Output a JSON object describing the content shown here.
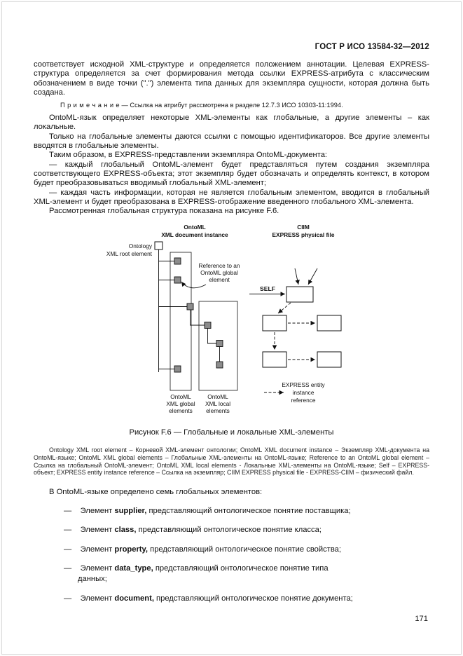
{
  "page": {
    "header": "ГОСТ Р ИСО 13584-32—2012",
    "page_number": "171"
  },
  "body": {
    "p1": "соответствует исходной XML-структуре и определяется положением аннотации. Целевая EXPRESS-структура определяется за счет формирования метода ссылки EXPRESS-атрибута с классическим обозначением в виде точки (\".\") элемента типа данных для экземпляра сущности, которая должна быть создана.",
    "note_label": "П р и м е ч а н и е",
    "note_text": " — Ссылка на атрибут рассмотрена в разделе 12.7.3 ИСО 10303-11:1994.",
    "p2": "OntoML-язык определяет некоторые XML-элементы как глобальные, а другие элементы – как локальные.",
    "p3": "Только на глобальные элементы даются ссылки с помощью идентификаторов. Все другие элементы вводятся в глобальные элементы.",
    "p4": "Таким образом, в EXPRESS-представлении экземпляра OntoML-документа:",
    "p5": "— каждый глобальный OntoML-элемент будет представляться путем создания экземпляра соответствующего EXPRESS-объекта; этот экземпляр будет обозначать и определять контекст, в котором будет преобразовываться вводимый глобальный XML-элемент;",
    "p6": "— каждая часть информации, которая не является глобальным элементом, вводится в глобальный XML-элемент и будет преобразована в EXPRESS-отображение введенного глобального XML-элемента.",
    "p7": "Рассмотренная глобальная структура показана на рисунке F.6."
  },
  "figure": {
    "caption": "Рисунок F.6 — Глобальные и локальные XML-элементы",
    "legend": "Ontology XML root element – Корневой XML-элемент онтологии; OntoML XML document instance – Экземпляр XML-документа на OntoML-языке; OntoML XML global elements – Глобальные XML-элементы на OntoML-языке; Reference to an OntoML global element – Ссылка на глобальный OntoML-элемент; OntoML XML local elements - Локальные XML-элементы на OntoML-языке; Self – EXPRESS-объект; EXPRESS entity instance reference – Ссылка на экземпляр; CIIM EXPRESS physical file - EXPRESS-CIIM – физический файл.",
    "diagram": {
      "colors": {
        "global_fill": "#8c8c8c",
        "box_fill": "#ffffff",
        "line": "#111111"
      },
      "left_header_line1": "OntoML",
      "left_header_line2": "XML document instance",
      "right_header_line1": "CIIM",
      "right_header_line2": "EXPRESS physical file",
      "root_label_line1": "Ontology",
      "root_label_line2": "XML root element",
      "reference_label_line1": "Reference to an",
      "reference_label_line2": "OntoML global",
      "reference_label_line3": "element",
      "self_label": "SELF",
      "global_label_line1": "OntoML",
      "global_label_line2": "XML global",
      "global_label_line3": "elements",
      "local_label_line1": "OntoML",
      "local_label_line2": "XML local",
      "local_label_line3": "elements",
      "entity_ref_label_line1": "EXPRESS entity",
      "entity_ref_label_line2": "instance",
      "entity_ref_label_line3": "reference"
    }
  },
  "list": {
    "intro": "В OntoML-языке определено семь глобальных элементов:",
    "items": [
      {
        "pre": "—    Элемент ",
        "bold": "supplier,",
        "post": " представляющий онтологическое понятие поставщика;"
      },
      {
        "pre": "—    Элемент ",
        "bold": "class,",
        "post": " представляющий онтологическое понятие класса;"
      },
      {
        "pre": "—    Элемент ",
        "bold": "property,",
        "post": " представляющий онтологическое понятие свойства;"
      },
      {
        "pre": "—    Элемент ",
        "bold": "data_type,",
        "post": " представляющий онтологическое понятие типа",
        "post2": "данных;"
      },
      {
        "pre": "—    Элемент ",
        "bold": "document,",
        "post": " представляющий онтологическое понятие документа;"
      }
    ]
  }
}
